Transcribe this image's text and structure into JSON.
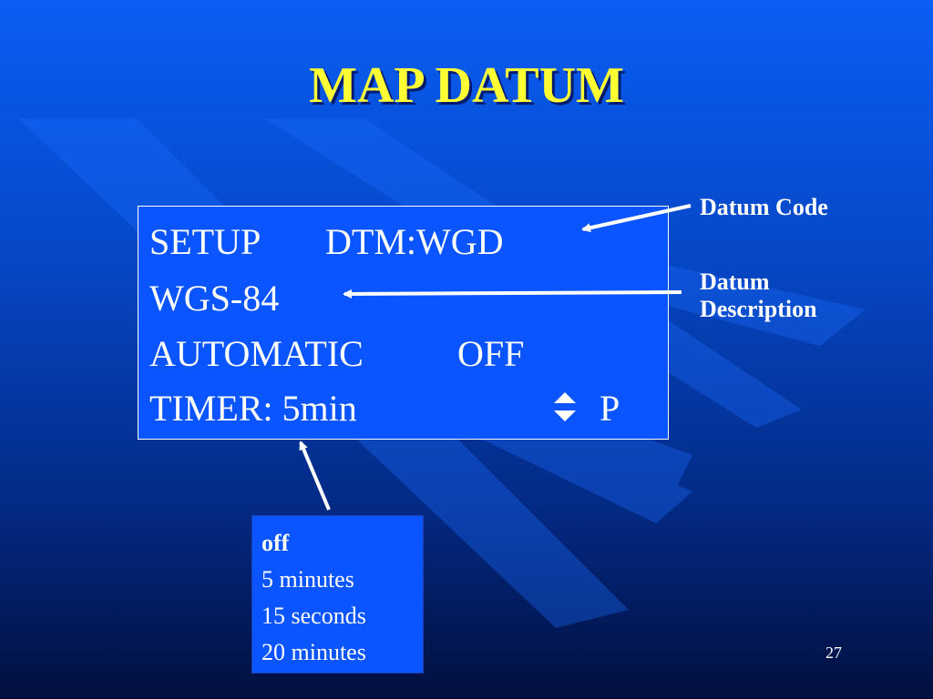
{
  "slide": {
    "title": "MAP DATUM",
    "page_number": "27"
  },
  "gps_screen": {
    "line1_left": "SETUP",
    "line1_right": "DTM:WGD",
    "line2": "WGS-84",
    "line3_left": "AUTOMATIC",
    "line3_right": "OFF",
    "line4_left": "TIMER: 5min",
    "line4_right": "P",
    "updown_icon": "up-down-arrows-icon"
  },
  "annotations": {
    "datum_code": "Datum Code",
    "datum_description_1": "Datum",
    "datum_description_2": "Description"
  },
  "timer_options": {
    "items": [
      "off",
      "5 minutes",
      "15 seconds",
      "20 minutes"
    ]
  },
  "colors": {
    "title": "#ffff33",
    "background_top": "#0a5ef5",
    "background_bottom": "#020f3e",
    "panel": "#0a55ff"
  }
}
